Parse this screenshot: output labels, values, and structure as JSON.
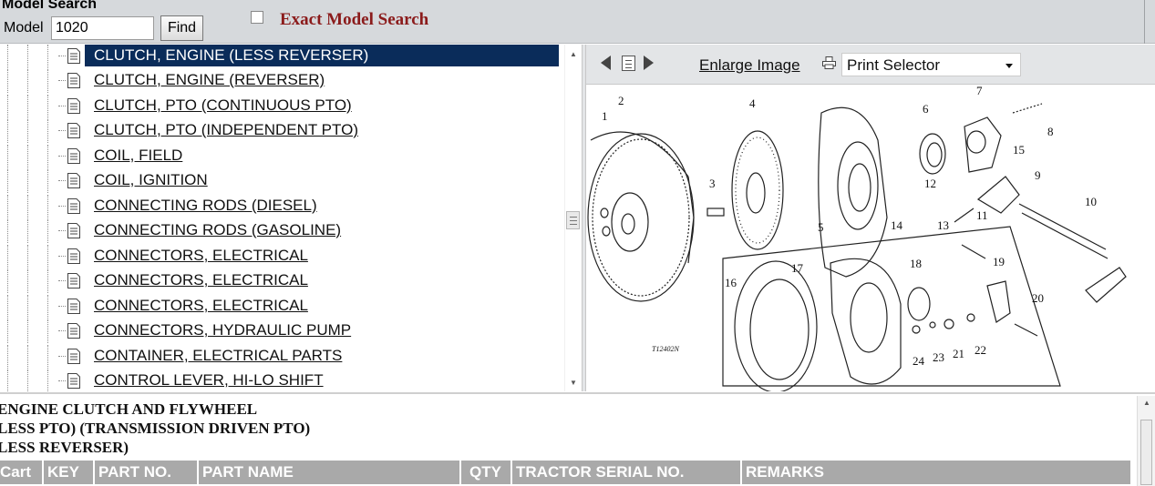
{
  "search": {
    "title": "Model Search",
    "model_label": "Model",
    "model_value": "1020",
    "find_label": "Find",
    "exact_label": "Exact Model Search",
    "exact_checked": false
  },
  "tree": {
    "items": [
      {
        "label": "CLUTCH, ENGINE (LESS REVERSER)",
        "selected": true
      },
      {
        "label": "CLUTCH, ENGINE (REVERSER)"
      },
      {
        "label": "CLUTCH, PTO (CONTINUOUS PTO)"
      },
      {
        "label": "CLUTCH, PTO (INDEPENDENT PTO)"
      },
      {
        "label": "COIL, FIELD"
      },
      {
        "label": "COIL, IGNITION"
      },
      {
        "label": "CONNECTING RODS (DIESEL)"
      },
      {
        "label": "CONNECTING RODS (GASOLINE)"
      },
      {
        "label": "CONNECTORS, ELECTRICAL"
      },
      {
        "label": "CONNECTORS, ELECTRICAL"
      },
      {
        "label": "CONNECTORS, ELECTRICAL"
      },
      {
        "label": "CONNECTORS, HYDRAULIC PUMP"
      },
      {
        "label": "CONTAINER, ELECTRICAL PARTS"
      },
      {
        "label": "CONTROL LEVER, HI-LO SHIFT"
      }
    ]
  },
  "image_toolbar": {
    "enlarge_label": "Enlarge Image",
    "print_select_value": "Print Selector"
  },
  "diagram": {
    "callouts": [
      "1",
      "2",
      "3",
      "4",
      "5",
      "6",
      "7",
      "8",
      "9",
      "10",
      "11",
      "12",
      "13",
      "14",
      "15",
      "16",
      "17",
      "18",
      "19",
      "20",
      "21",
      "22",
      "23",
      "24"
    ],
    "figure_code": "T12402N"
  },
  "detail": {
    "heading_lines": [
      "ENGINE CLUTCH AND FLYWHEEL",
      "LESS PTO) (TRANSMISSION DRIVEN PTO)",
      "LESS REVERSER)"
    ],
    "columns": [
      "Cart",
      "KEY",
      "PART NO.",
      "PART NAME",
      "QTY",
      "TRACTOR SERIAL NO.",
      "REMARKS"
    ]
  },
  "colors": {
    "selected_row": "#0a2c5a",
    "exact_label": "#8b1b1b",
    "toolbar_bg": "#d6d9dc",
    "table_header": "#a9a9a9"
  }
}
